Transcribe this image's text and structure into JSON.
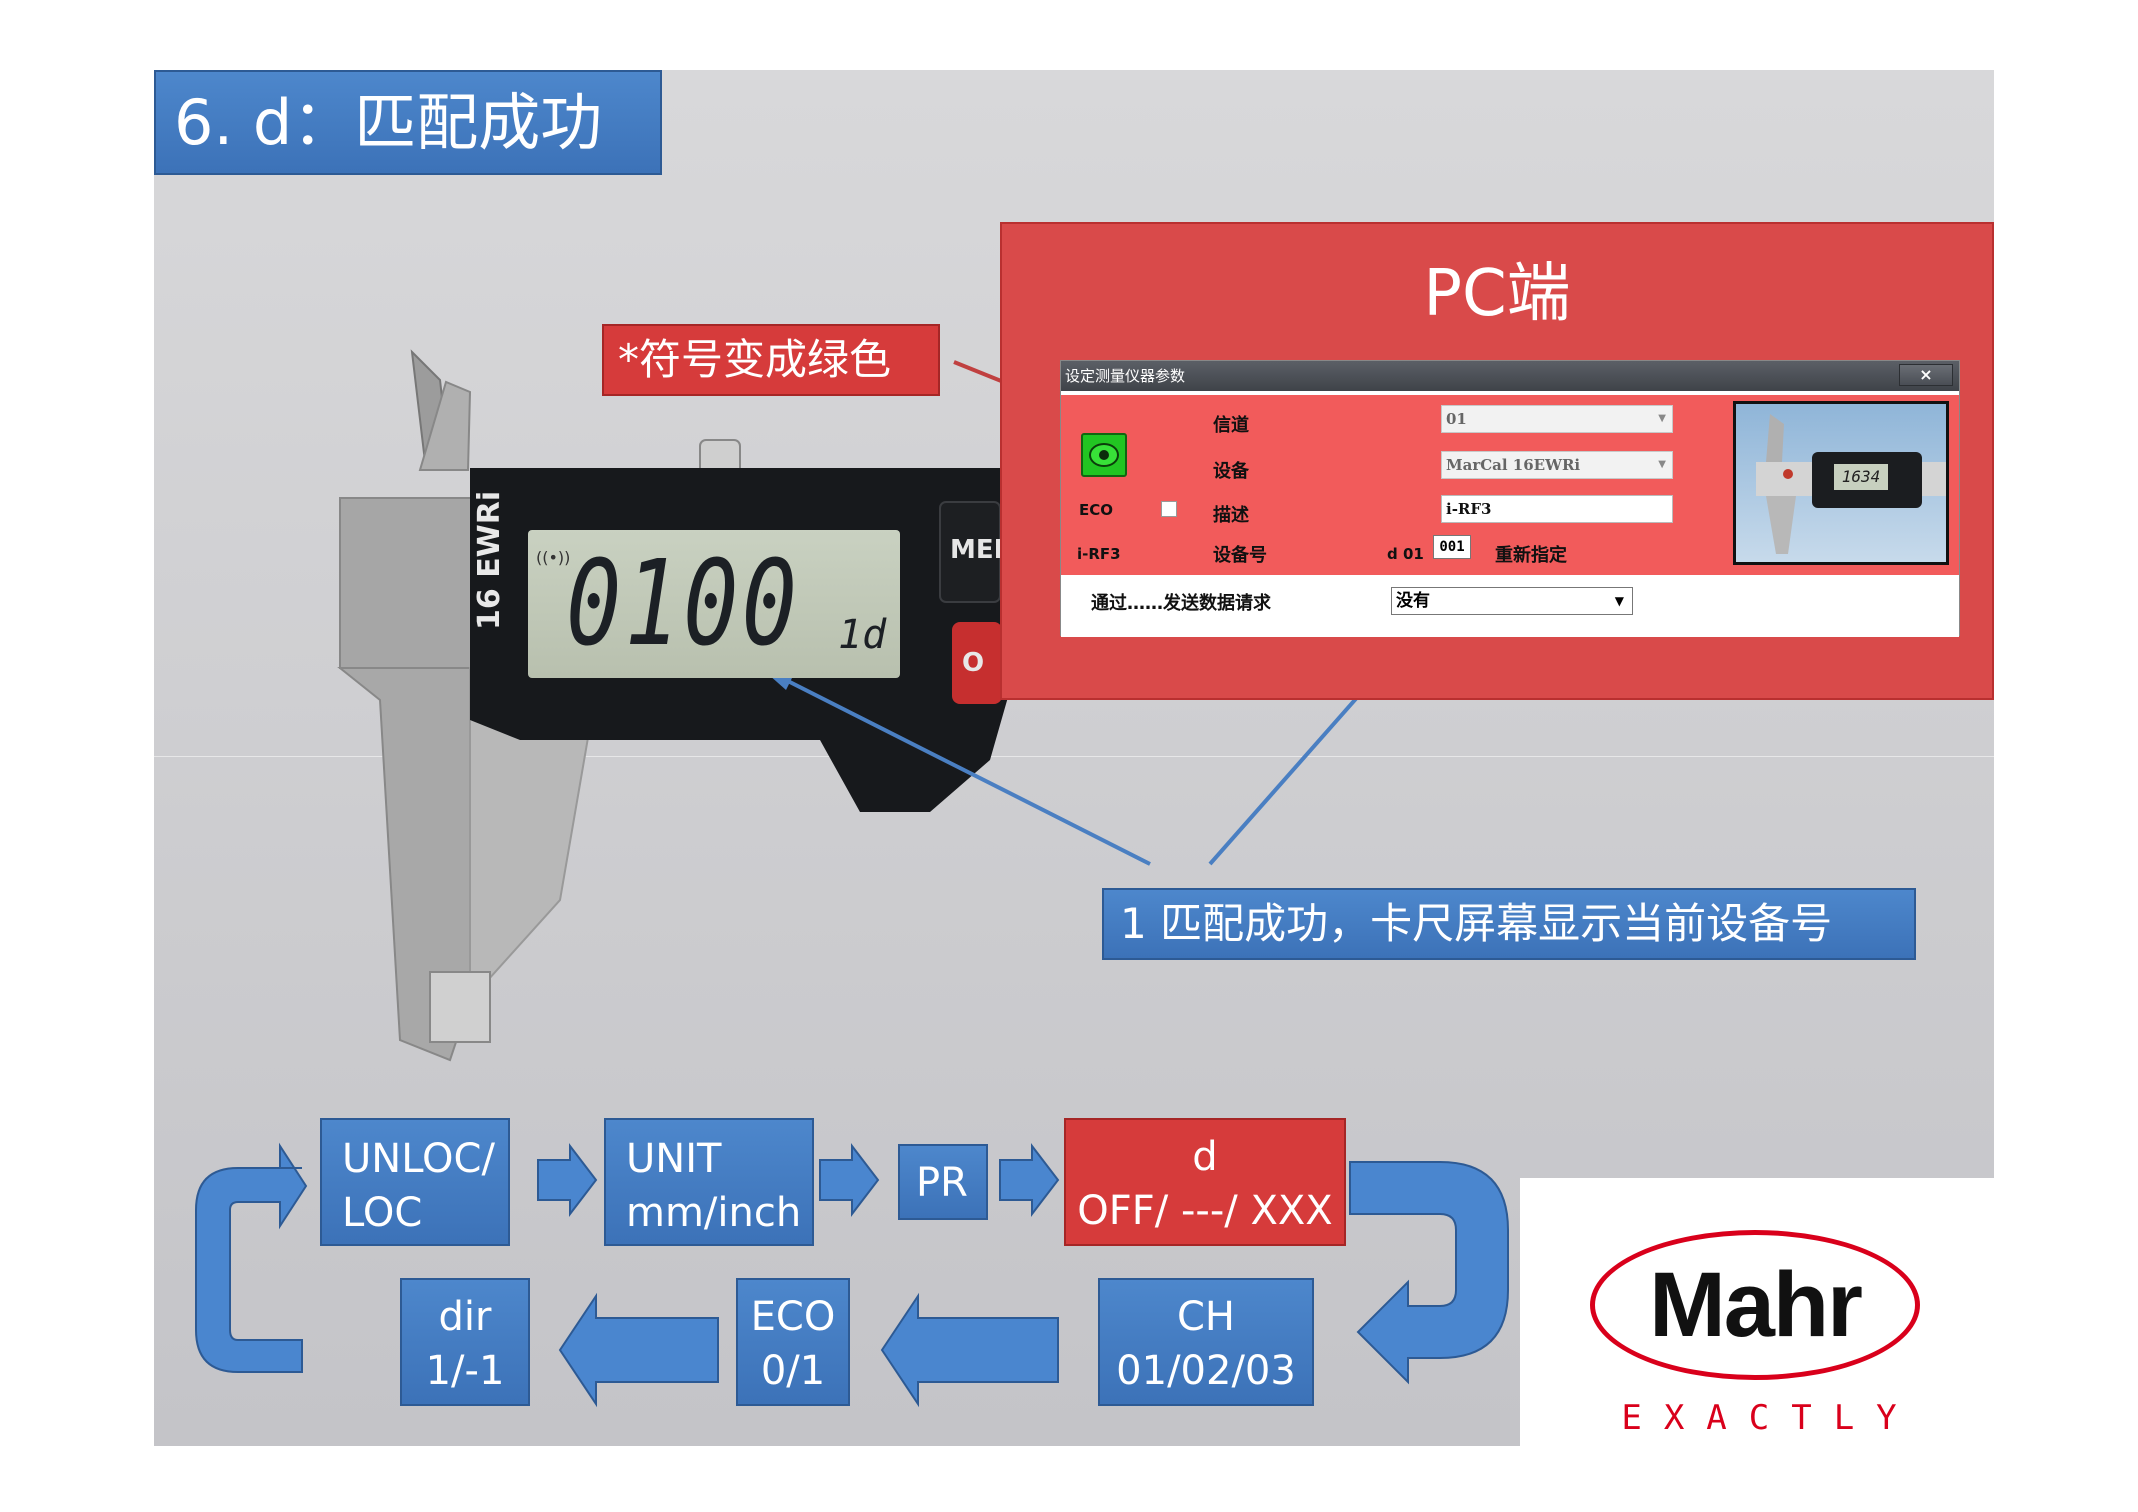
{
  "slide": {
    "title": "6. d：匹配成功"
  },
  "caliper": {
    "model": "16 EWRi",
    "lcd_value": "0100",
    "lcd_unit": "1d",
    "lcd_signal": "((•))",
    "menu_button": "MEN",
    "on_button": "O"
  },
  "pc_panel": {
    "title": "PC端"
  },
  "dialog": {
    "title": "设定测量仪器参数",
    "close": "×",
    "channel_label": "信道",
    "channel_value": "01",
    "device_label": "设备",
    "device_value": "MarCal 16EWRi",
    "eco_label": "ECO",
    "desc_label": "描述",
    "desc_value": "i-RF3",
    "model_label": "i-RF3",
    "device_no_label": "设备号",
    "device_no_prefix": "d 01",
    "device_no_value": "001",
    "reassign_label": "重新指定",
    "send_label": "通过……发送数据请求",
    "send_value": "没有",
    "preview_lcd": "1634"
  },
  "callouts": {
    "symbol_green": "*符号变成绿色",
    "match_success": "1 匹配成功，卡尺屏幕显示当前设备号"
  },
  "flow": {
    "unloc": [
      "UNLOC/",
      "LOC"
    ],
    "unit": [
      "UNIT",
      "mm/inch"
    ],
    "pr": [
      "PR"
    ],
    "d": [
      "d",
      "OFF/ ---/ XXX"
    ],
    "ch": [
      "CH",
      "01/02/03"
    ],
    "eco": [
      "ECO",
      "0/1"
    ],
    "dir": [
      "dir",
      "1/-1"
    ]
  },
  "logo": {
    "name": "Mahr",
    "tagline": "EXACTLY"
  },
  "colors": {
    "blue": "#3c72b8",
    "red": "#d63b3b",
    "green_status": "#22c522",
    "logo_red": "#d9001b"
  }
}
